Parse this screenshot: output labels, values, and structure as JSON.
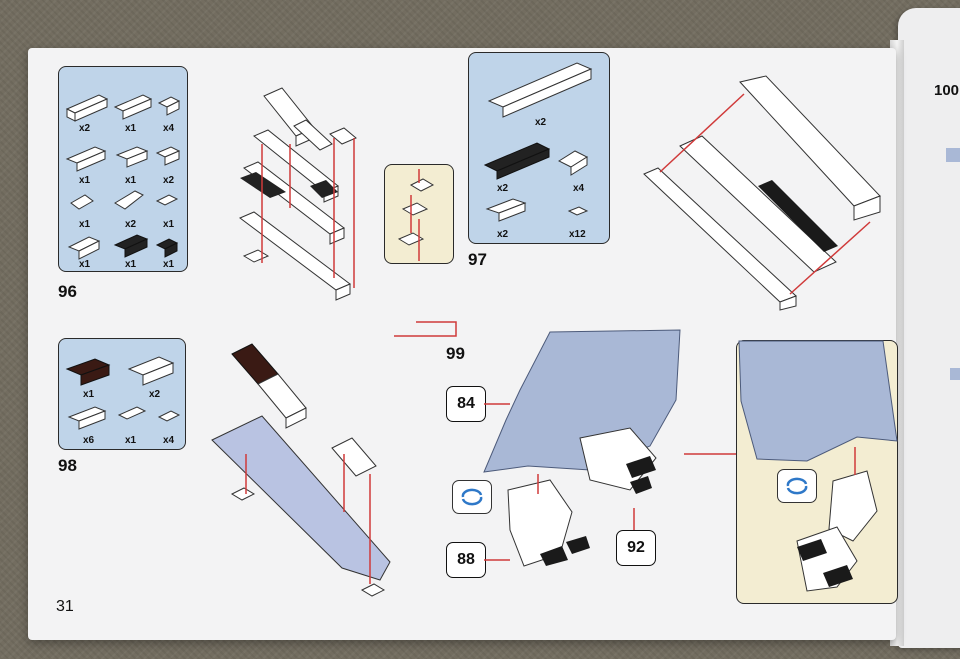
{
  "page_number": "31",
  "next_page_step": "100",
  "steps": [
    {
      "number": "96",
      "quantities": [
        "x2",
        "x1",
        "x4",
        "x1",
        "x1",
        "x2",
        "x1",
        "x2",
        "x1",
        "x1",
        "x1",
        "x1"
      ]
    },
    {
      "number": "97",
      "quantities": [
        "x2",
        "x2",
        "x4",
        "x2",
        "x12"
      ]
    },
    {
      "number": "98",
      "quantities": [
        "x1",
        "x2",
        "x6",
        "x1",
        "x4"
      ]
    },
    {
      "number": "99",
      "callouts": [
        "84",
        "88",
        "92"
      ]
    }
  ],
  "colors": {
    "panel_blue": "#bfd4e9",
    "panel_cream": "#f3edd2",
    "arrow": "#d03a3a",
    "model_blue": "#a9b8d6"
  },
  "icons": [
    "rotate-icon"
  ]
}
